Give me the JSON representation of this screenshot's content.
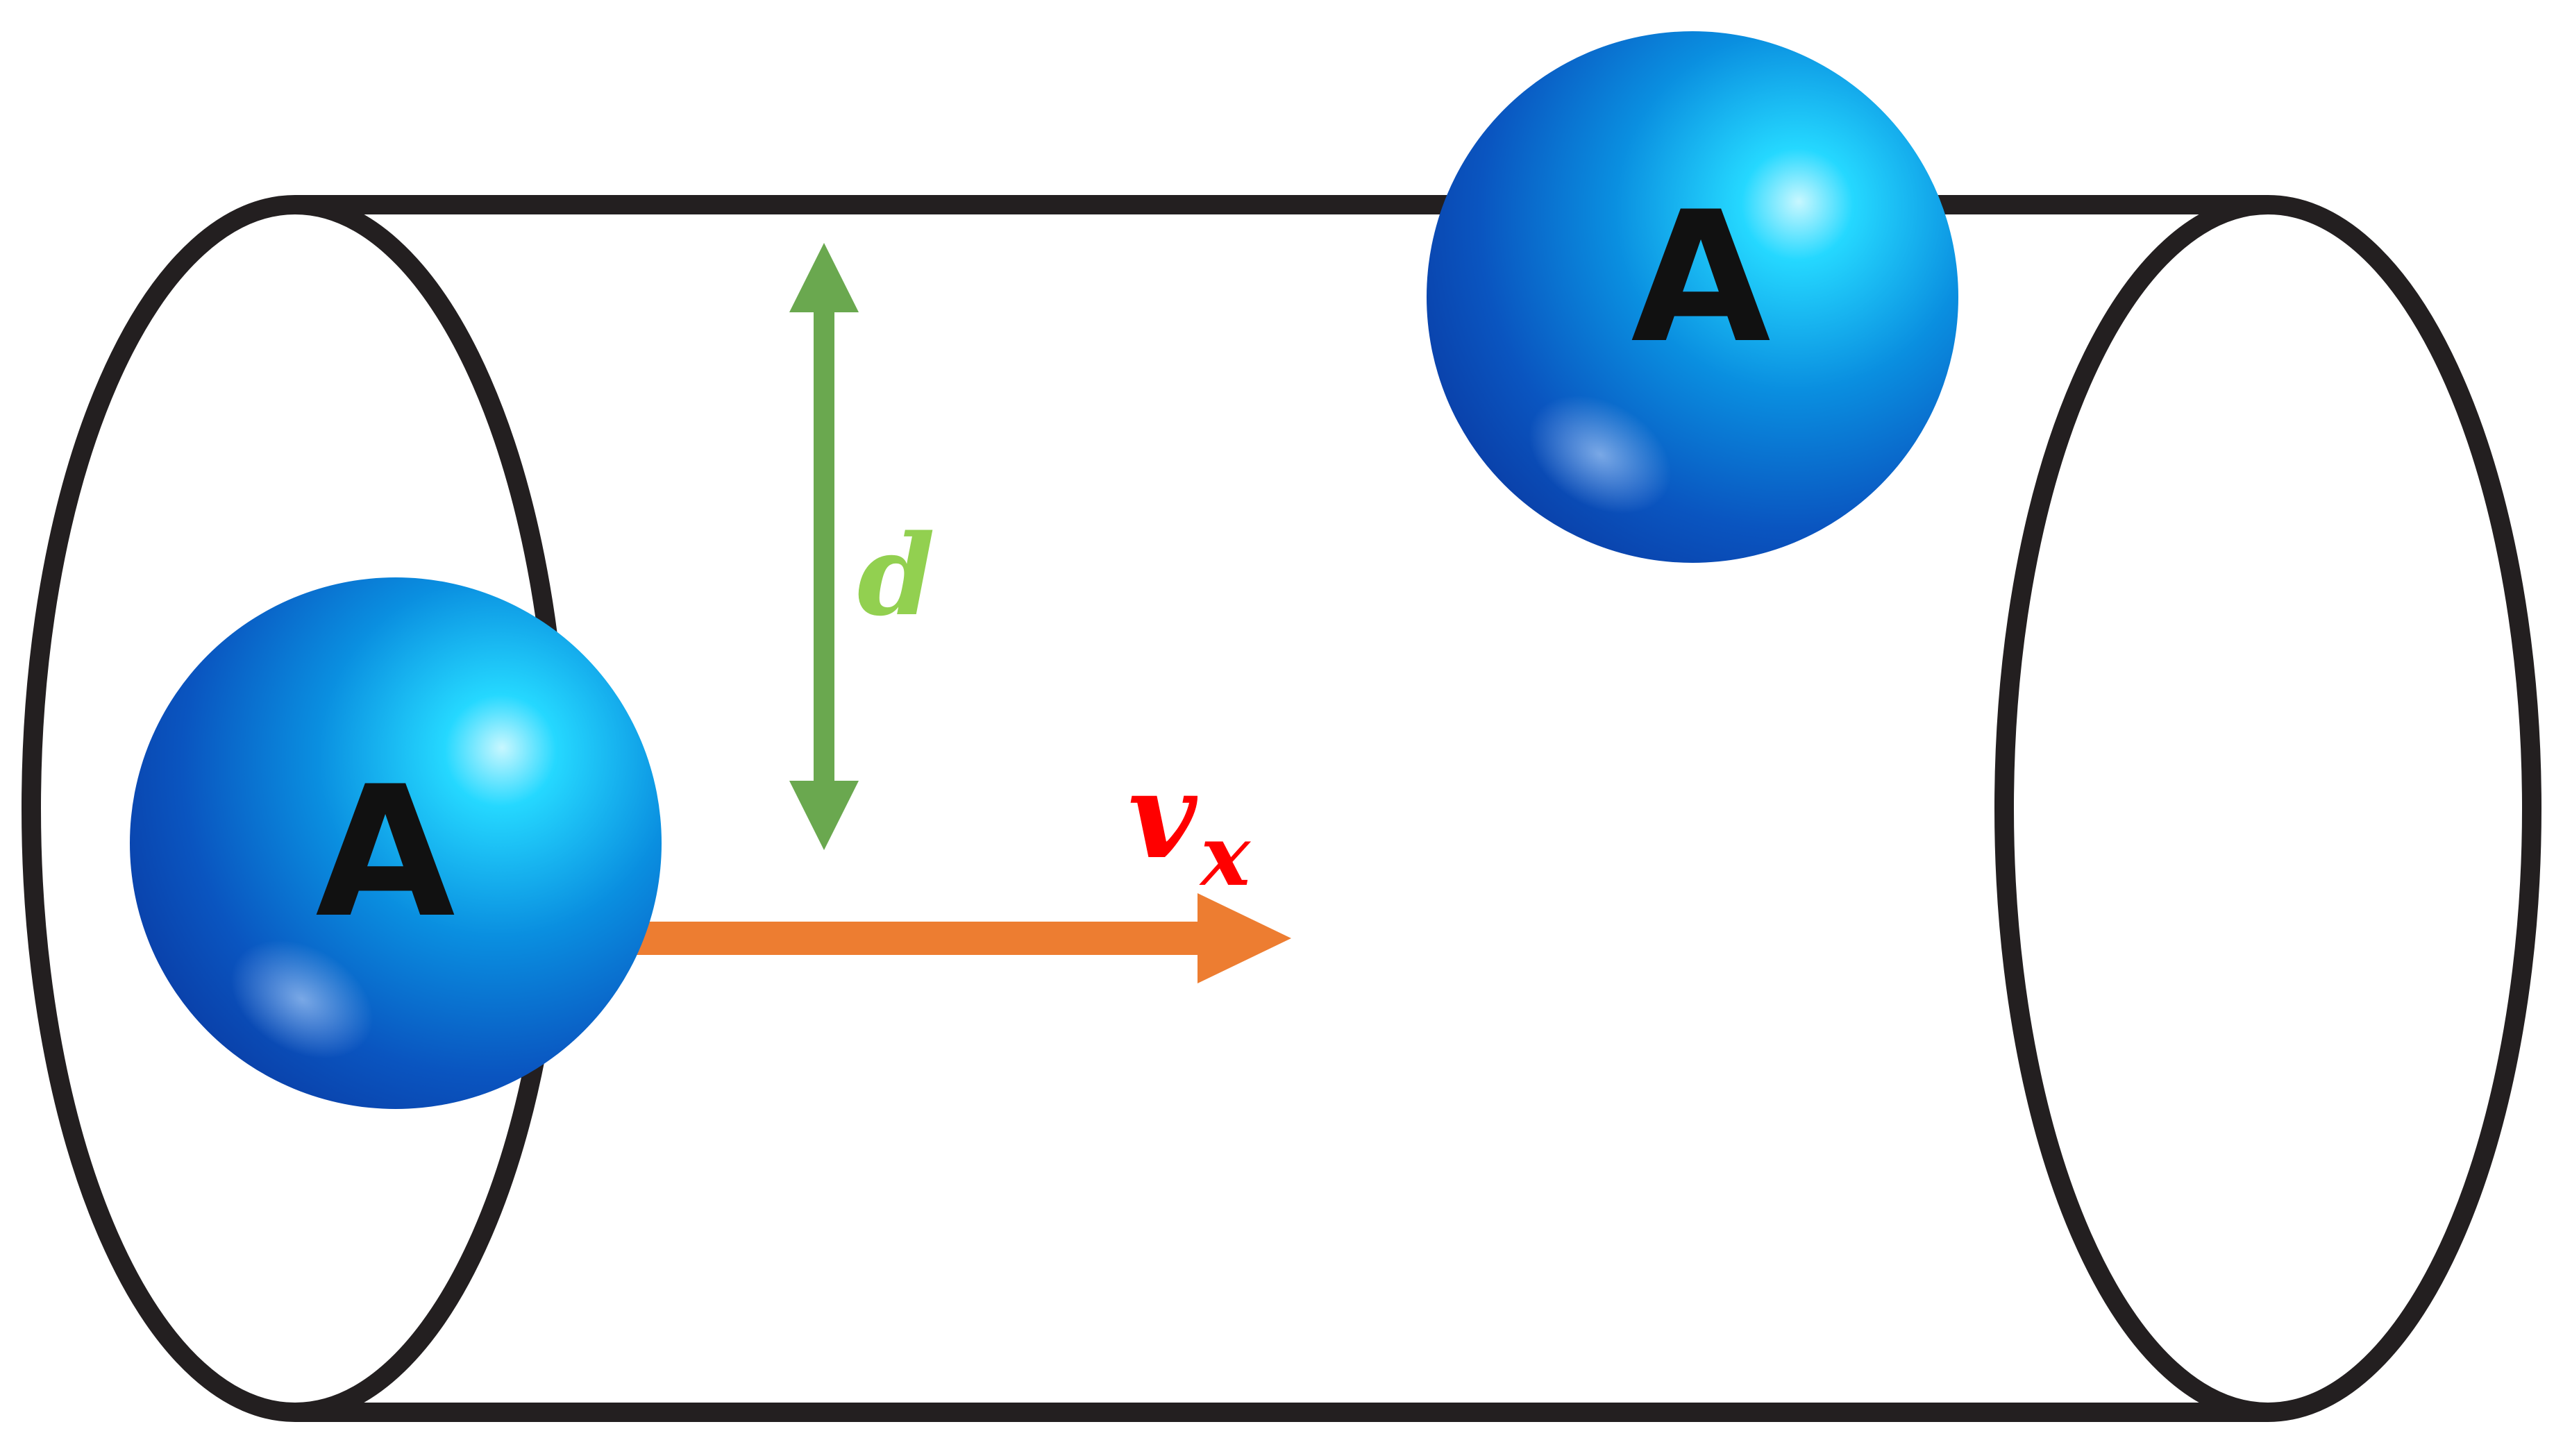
{
  "spheres": [
    {
      "label": "A"
    },
    {
      "label": "A"
    }
  ],
  "labels": {
    "distance": "d",
    "velocity_symbol": "v",
    "velocity_subscript": "x"
  },
  "colors": {
    "cylinder_outline": "#231f20",
    "sphere_dark": "#0a3fa8",
    "sphere_mid": "#0a8fe0",
    "sphere_highlight": "#25d8ff",
    "sphere_label": "#111111",
    "distance_arrow": "#6aa84f",
    "distance_label": "#92d050",
    "velocity_arrow": "#ed7d31",
    "velocity_label": "#ff0000"
  }
}
